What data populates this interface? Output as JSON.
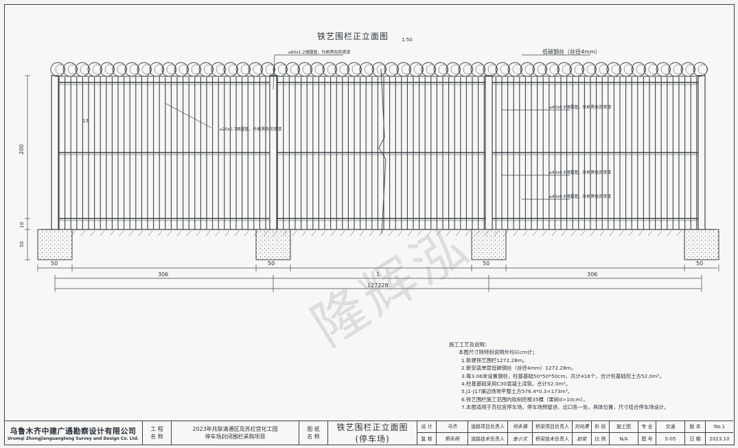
{
  "drawing": {
    "title": "铁艺围栏正立面图",
    "scale": "1:50",
    "annotations": {
      "top_wire": "⌀60x1.2钢圆管，外刷黑色防锈漆",
      "razor_wire": "低碳钢丝（丝径4mm）",
      "picket": "⌀20x0.7钢圆管，外刷黑色防锈漆",
      "rail_top": "⌀40x0.9钢圆管，外刷黑色防锈漆",
      "rail_mid": "⌀40x0.9钢圆管，外刷黑色防锈漆",
      "rail_bot": "⌀40x0.9钢圆管，外刷黑色防锈漆",
      "spacing": "13",
      "break_mark": "1."
    },
    "dimensions": {
      "height": "200",
      "base": "10",
      "footing_depth": "50",
      "footing_width_1": "50",
      "footing_width_2": "50",
      "footing_width_3": "50",
      "footing_width_4": "50",
      "span_left": "306",
      "span_right": "306",
      "total": "127228"
    }
  },
  "notes": {
    "heading": "施工工艺及说明：",
    "intro": "本图尺寸除特别说明外均以cm计；",
    "items": [
      "1.新建铁艺围栏1272.28m。",
      "2.新安装单层低碳钢丝（丝径4mm）1272.28m。",
      "3.每3.06米设置钢柱，柱基基础50*50*50cm，共计416个，合计柱基础挖土方52.0m³。",
      "4.柱基基础采用C30混凝土浇筑，合计52.0m³。",
      "5.J1-J17渠边场地平整土方576.4*0.3=173m³。",
      "6.铁艺围栏施工范围内砍树挖根35棵（果树d>10cm）。",
      "7.本图适用于苏拉宫停车场，停车场预留进、出口各一处，具体位置，尺寸结合停车场设计。"
    ]
  },
  "watermark": "隆辉泓",
  "title_block": {
    "company_cn": "乌鲁木齐中建广通勘察设计有限公司",
    "company_en": "Urumqi Zhongjianguangtong Survey and Design Co. Ltd.",
    "project_label_1": "工 程",
    "project_label_2": "名 称",
    "project_name_1": "2023年兆联清通区及苏拉宫化工园",
    "project_name_2": "停车场封闭围栏采购项目",
    "drawing_label_1": "图 纸",
    "drawing_label_2": "名 称",
    "drawing_name_1": "铁艺围栏正立面图",
    "drawing_name_2": "(停车场)",
    "design": "设 计",
    "design_sig": "马杰",
    "review": "复 核",
    "review_sig": "郭永刚",
    "road_lead": "道路项目负责人",
    "road_lead_sig": "何永强",
    "bridge_lead": "桥梁项目负责人",
    "bridge_lead_sig": "刘兆勇",
    "road_tech": "道路技术负责人",
    "road_tech_sig": "金小文",
    "bridge_tech": "桥梁技术负责人",
    "bridge_tech_sig": "赵俊",
    "stage_label": "阶 段",
    "stage_value": "施工图",
    "major_label": "专 业",
    "major_value": "交通",
    "version_label": "版 本",
    "version_value": "No.1",
    "ratio_label": "比 例",
    "ratio_value": "N/A",
    "drawing_no_label": "图 号",
    "drawing_no_value": "S-05",
    "date_label": "日 期",
    "date_value": "2023.10"
  }
}
